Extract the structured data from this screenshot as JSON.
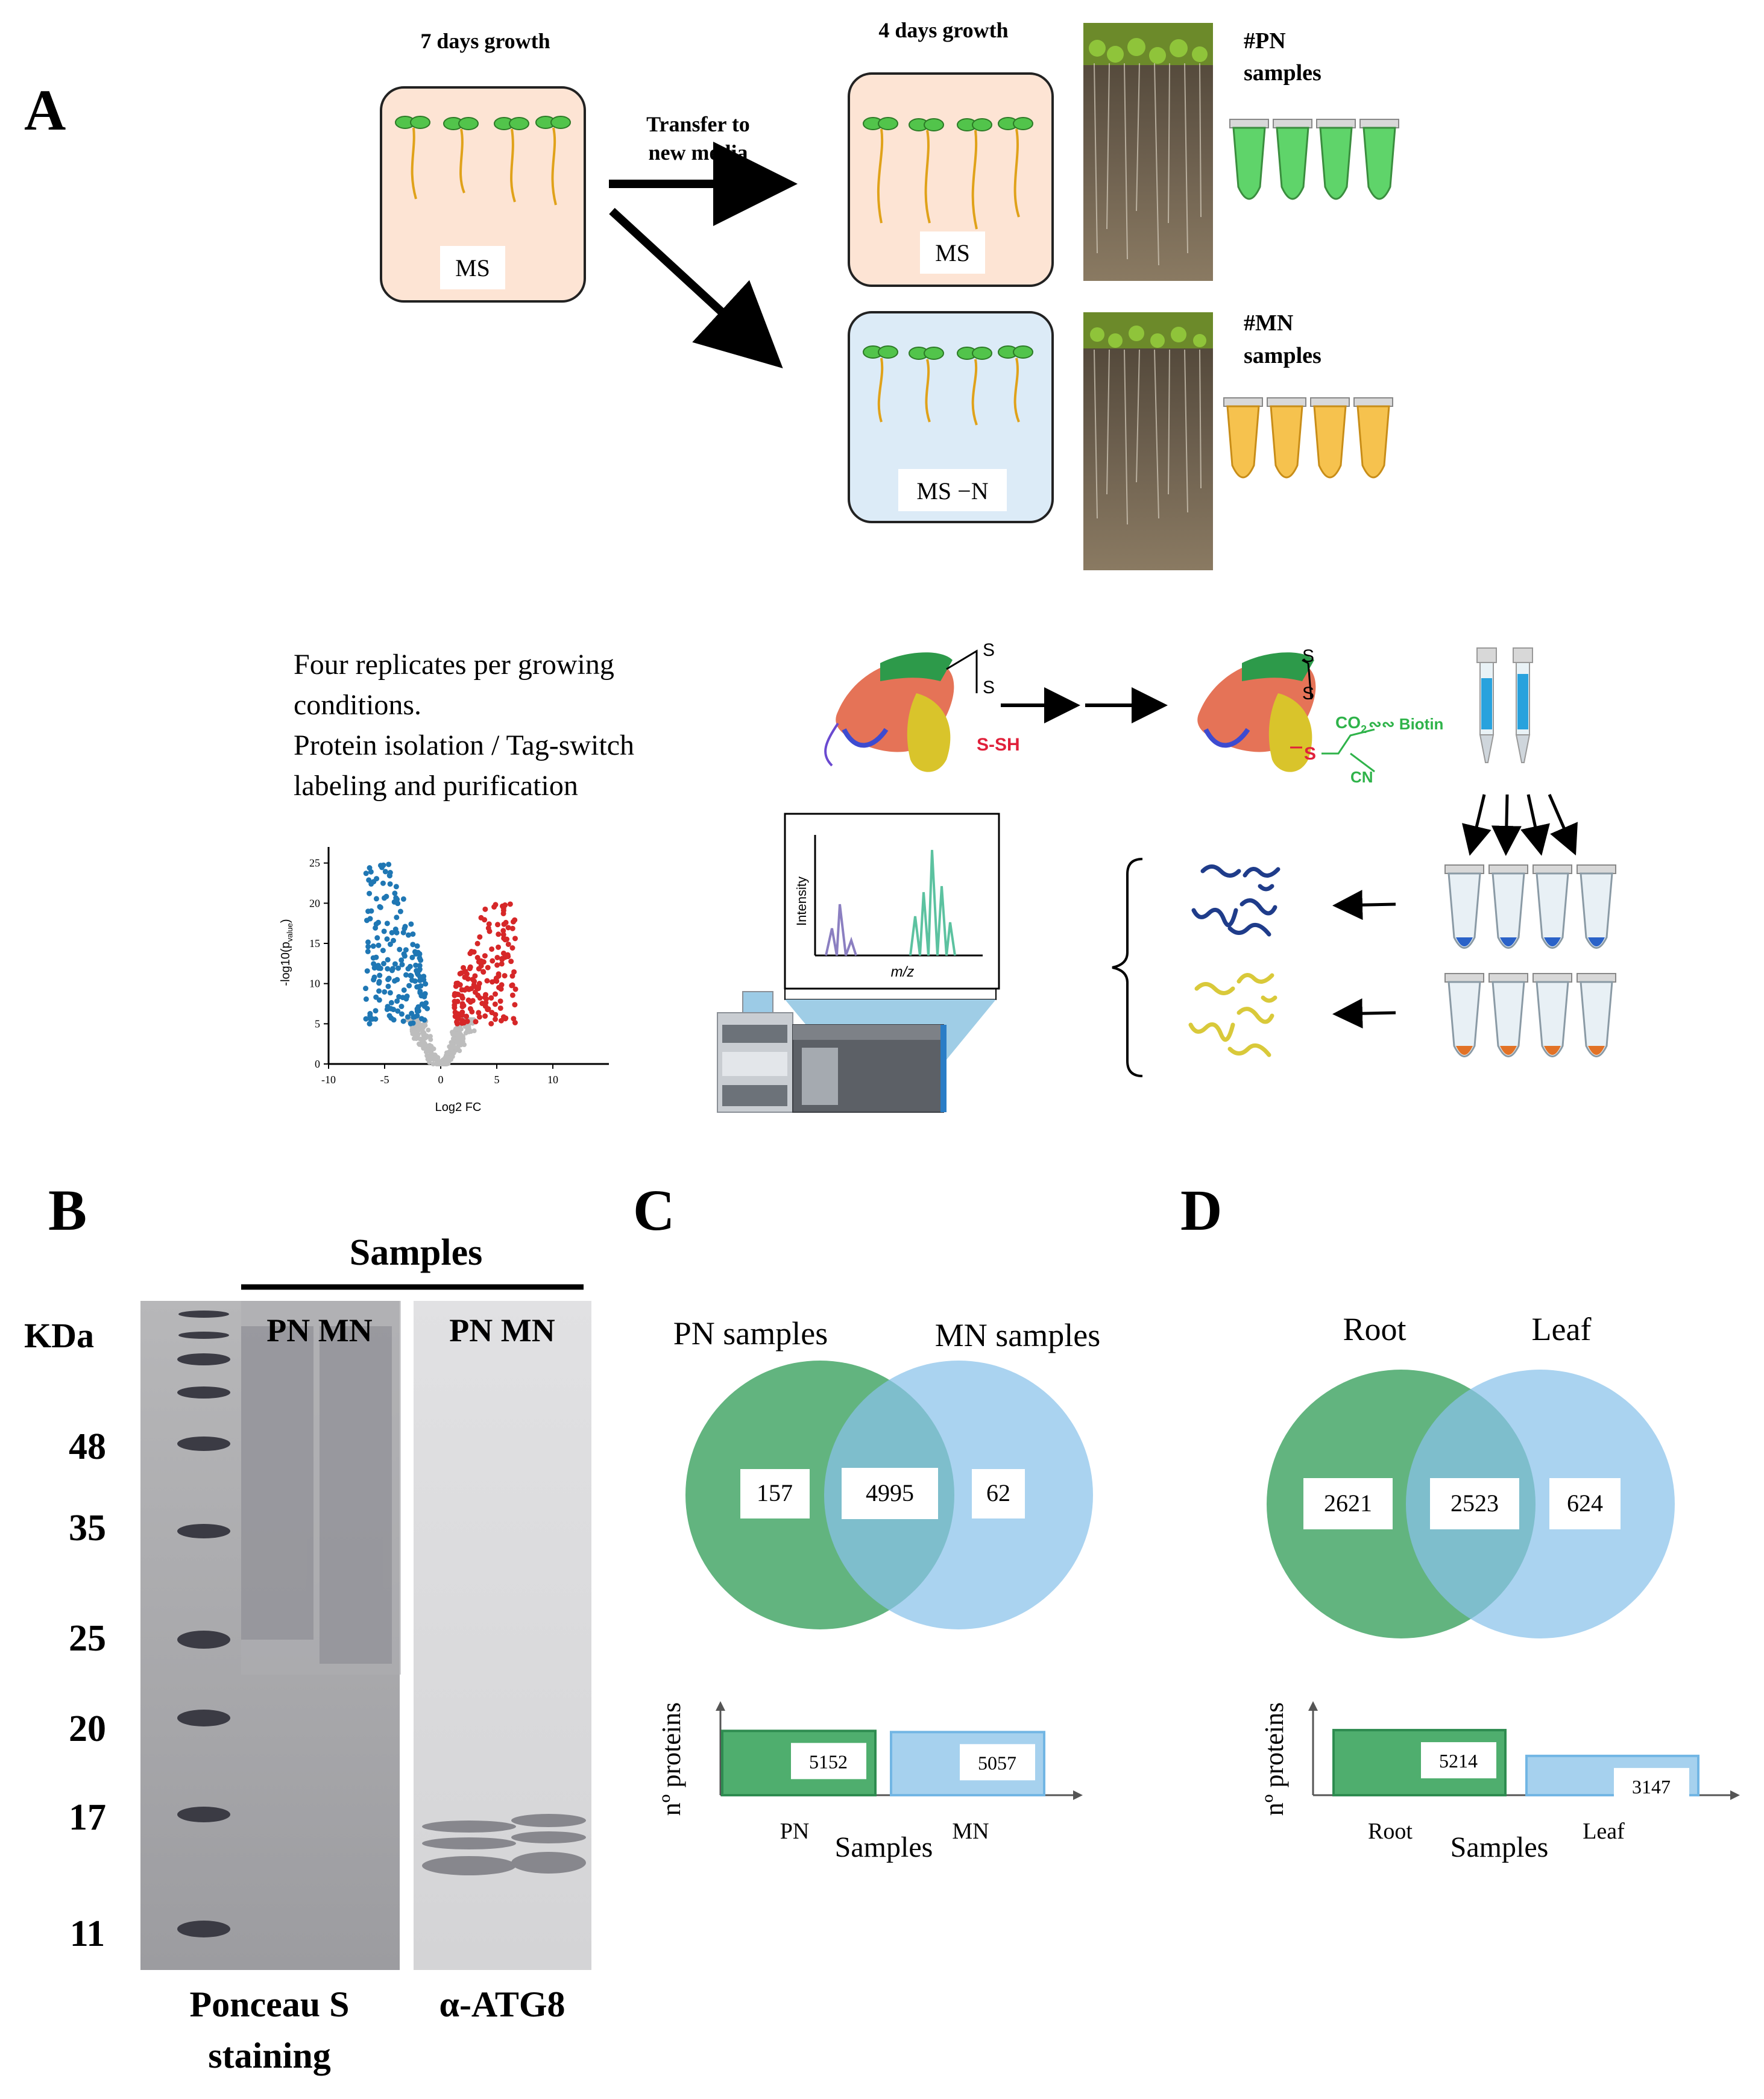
{
  "panel_labels": {
    "a": "A",
    "b": "B",
    "c": "C",
    "d": "D"
  },
  "panel_a": {
    "growth_7": "7 days growth",
    "growth_4": "4 days growth",
    "transfer_line1": "Transfer to",
    "transfer_line2": "new media",
    "plate_ms": "MS",
    "plate_ms_top": "MS",
    "plate_msn": "MS −N",
    "pn_line1": "#PN",
    "pn_line2": "samples",
    "mn_line1": "#MN",
    "mn_line2": "samples",
    "desc_lines": [
      "Four replicates per growing",
      "conditions.",
      "Protein isolation / Tag-switch",
      "labeling and purification"
    ],
    "ss_label_top": "S",
    "ss_label_bottom": "S",
    "ssh_label": "S-SH",
    "s_label": "S",
    "co2_label": "CO",
    "co2_sub": "2",
    "biotin_label": "∾∾ Biotin",
    "cn_label": "CN",
    "ms_intensity": "Intensity",
    "ms_mz": "m/z",
    "volcano": {
      "ylabel": "-log10(p",
      "ylabel_sub": "value",
      "xlabel": "Log2 FC",
      "yticks": [
        "0",
        "5",
        "10",
        "15",
        "20",
        "25"
      ],
      "xticks": [
        "-10",
        "-5",
        "0",
        "5",
        "10"
      ]
    },
    "colors": {
      "plate_ms": "#fde4d4",
      "plate_msn": "#dcebf7",
      "pn_tube": "#5fd46a",
      "mn_tube": "#f6c24e",
      "up": "#d62728",
      "down": "#1f77b4",
      "ns": "#bdbdbd"
    }
  },
  "panel_b": {
    "samples": "Samples",
    "kda": "KDa",
    "markers": [
      "48",
      "35",
      "25",
      "20",
      "17",
      "11"
    ],
    "lane_left": "PN MN",
    "lane_right": "PN MN",
    "ponceau_1": "Ponceau S",
    "ponceau_2": "staining",
    "atg8": "α-ATG8"
  },
  "panel_c": {
    "left_label": "PN samples",
    "right_label": "MN samples",
    "venn": {
      "left_only": "157",
      "shared": "4995",
      "right_only": "62"
    },
    "ylabel": "nº proteins",
    "xlabel": "Samples",
    "chart_data": {
      "type": "bar",
      "categories": [
        "PN",
        "MN"
      ],
      "values": [
        5152,
        5057
      ],
      "xlabel": "Samples",
      "ylabel": "nº proteins",
      "ylim": [
        0,
        5700
      ]
    },
    "value_labels": [
      "5152",
      "5057"
    ],
    "cat_labels": [
      "PN",
      "MN"
    ]
  },
  "panel_d": {
    "left_label": "Root",
    "right_label": "Leaf",
    "venn": {
      "left_only": "2621",
      "shared": "2523",
      "right_only": "624"
    },
    "ylabel": "nº proteins",
    "xlabel": "Samples",
    "chart_data": {
      "type": "bar",
      "categories": [
        "Root",
        "Leaf"
      ],
      "values": [
        5214,
        3147
      ],
      "xlabel": "Samples",
      "ylabel": "nº proteins",
      "ylim": [
        0,
        5700
      ]
    },
    "value_labels": [
      "5214",
      "3147"
    ],
    "cat_labels": [
      "Root",
      "Leaf"
    ]
  },
  "colors": {
    "green": "#3fa463",
    "blue": "#9ccbeb",
    "bar_green": "#4fae6e",
    "bar_blue": "#a6d1ee"
  }
}
